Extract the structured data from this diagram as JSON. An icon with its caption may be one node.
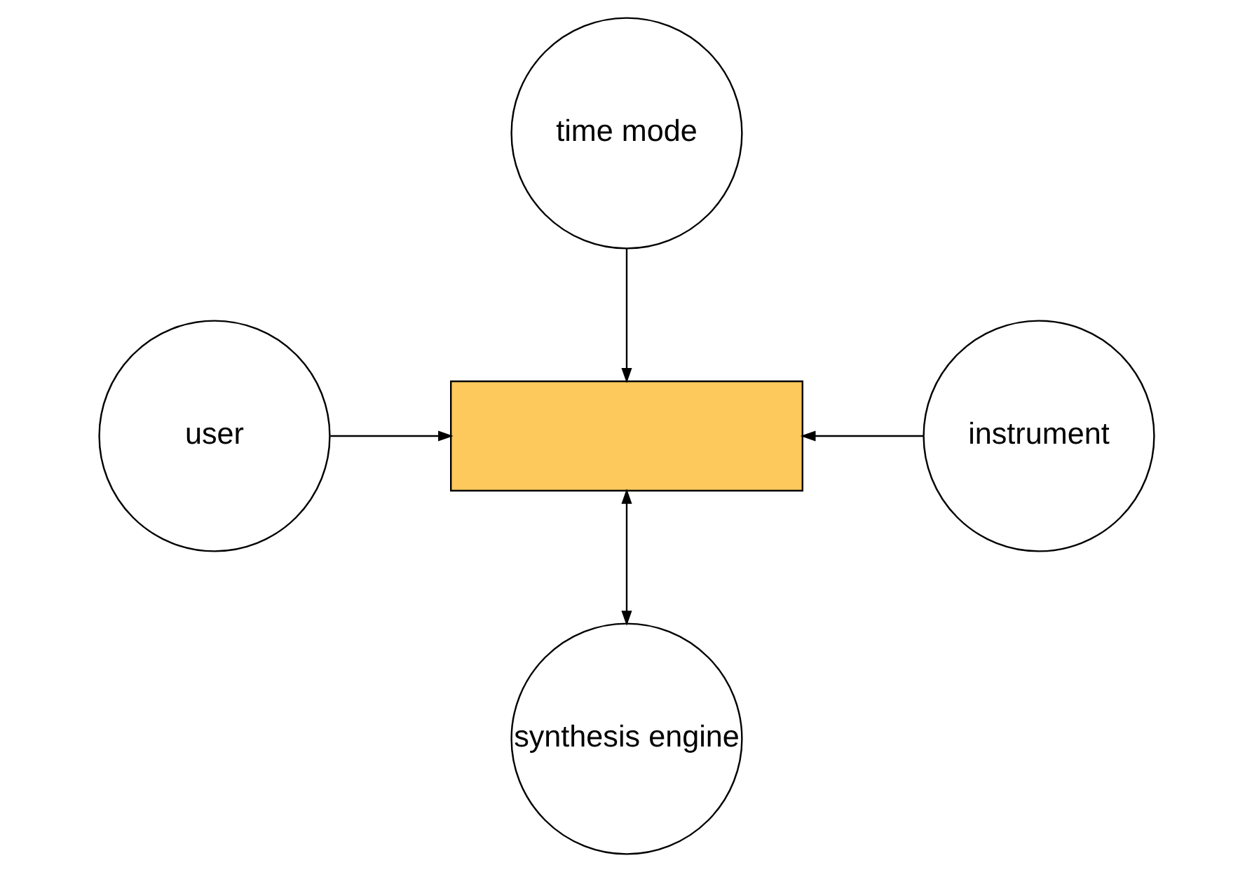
{
  "diagram": {
    "nodes": [
      {
        "text": [
          "time mode"
        ]
      },
      {
        "text": [
          "user"
        ]
      },
      {
        "text": [],
        "shape": "box"
      },
      {
        "text": [
          "instrument"
        ]
      },
      {
        "text": [
          "synthesis engine"
        ]
      }
    ],
    "edges": [
      {
        "from": 0,
        "to": 2,
        "arrow": "to"
      },
      {
        "from": 1,
        "to": 2,
        "arrow": "to"
      },
      {
        "from": 3,
        "to": 2,
        "arrow": "to"
      },
      {
        "from": 2,
        "to": 4,
        "arrow": "both"
      }
    ]
  }
}
